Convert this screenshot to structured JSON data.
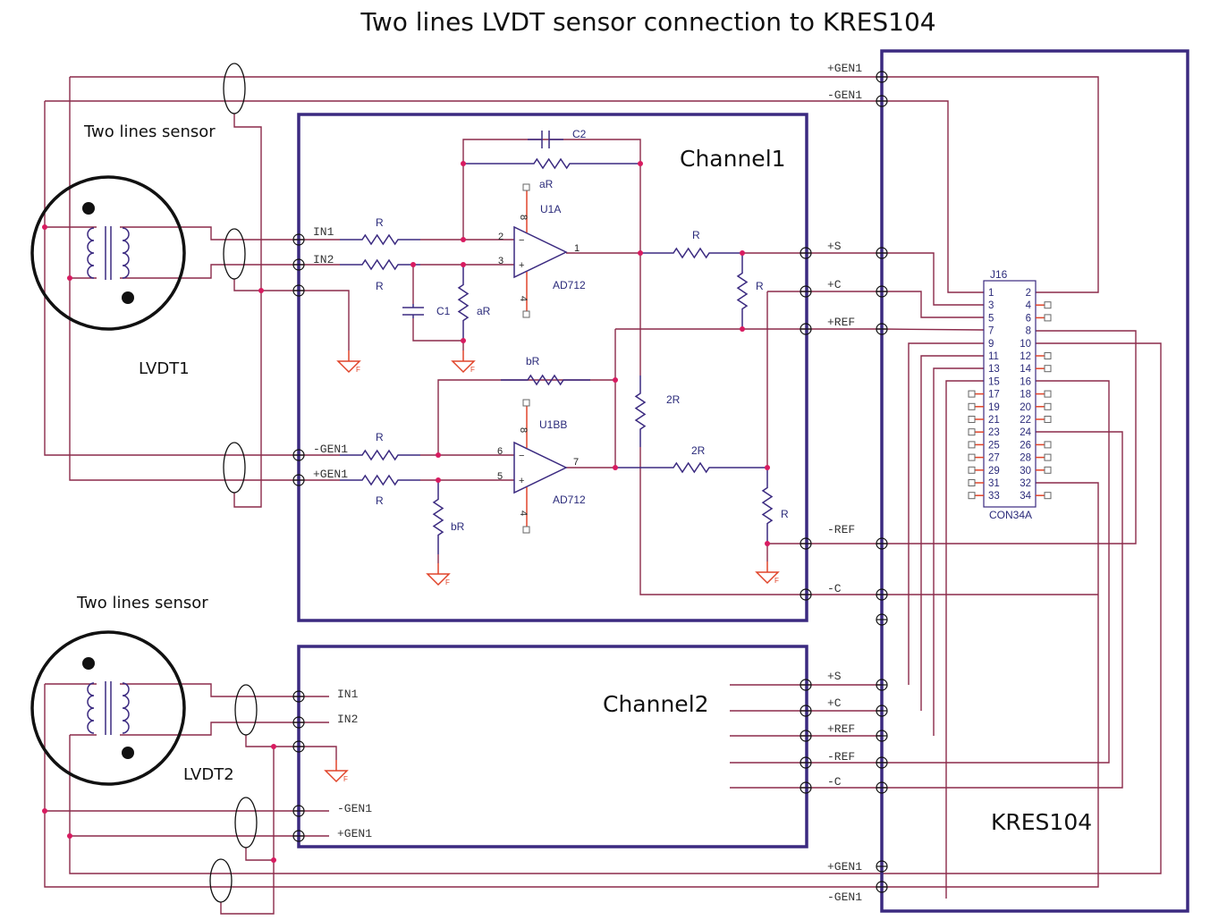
{
  "title": "Two lines LVDT sensor connection to KRES104",
  "colors": {
    "wire": "#8b2a4a",
    "box": "#3b2a80",
    "junction": "#d81b60",
    "ground": "#e0442a",
    "text": "#111111"
  },
  "sensors": [
    {
      "caption": "Two lines sensor",
      "name": "LVDT1"
    },
    {
      "caption": "Two lines sensor",
      "name": "LVDT2"
    }
  ],
  "channel1": {
    "label": "Channel1",
    "inputs": [
      "IN1",
      "IN2",
      "-GEN1",
      "+GEN1"
    ],
    "outputs": [
      "+S",
      "+C",
      "+REF",
      "-REF",
      "-C"
    ],
    "u1a": {
      "ref": "U1A",
      "part": "AD712",
      "pins": {
        "inv": "2",
        "noninv": "3",
        "out": "1",
        "vplus": "8",
        "vminus": "4"
      },
      "feedback_cap": "C2",
      "feedback_res": "aR",
      "input_res": "R",
      "shunt_cap": "C1",
      "shunt_res": "aR"
    },
    "u1b": {
      "ref": "U1BB",
      "part": "AD712",
      "pins": {
        "inv": "6",
        "noninv": "5",
        "out": "7",
        "vplus": "8",
        "vminus": "4"
      },
      "feedback_res": "bR",
      "input_res": "R",
      "shunt_res": "bR"
    },
    "output_network": [
      "R",
      "R",
      "2R",
      "2R",
      "R"
    ],
    "ground_label": "F"
  },
  "channel2": {
    "label": "Channel2",
    "inputs": [
      "IN1",
      "IN2",
      "-GEN1",
      "+GEN1"
    ],
    "outputs": [
      "+S",
      "+C",
      "+REF",
      "-REF",
      "-C"
    ]
  },
  "kres104": {
    "label": "KRES104",
    "top_pins": [
      "+GEN1",
      "-GEN1"
    ],
    "bottom_pins": [
      "+GEN1",
      "-GEN1"
    ],
    "connector": {
      "ref": "J16",
      "part": "CON34A",
      "left_pins": [
        "1",
        "3",
        "5",
        "7",
        "9",
        "11",
        "13",
        "15",
        "17",
        "19",
        "21",
        "23",
        "25",
        "27",
        "29",
        "31",
        "33"
      ],
      "right_pins": [
        "2",
        "4",
        "6",
        "8",
        "10",
        "12",
        "14",
        "16",
        "18",
        "20",
        "22",
        "24",
        "26",
        "28",
        "30",
        "32",
        "34"
      ],
      "connected_left": [
        "1",
        "3",
        "5",
        "7",
        "9",
        "11",
        "13",
        "15"
      ],
      "connected_right": [
        "2",
        "8",
        "10",
        "16",
        "24",
        "32"
      ]
    }
  }
}
